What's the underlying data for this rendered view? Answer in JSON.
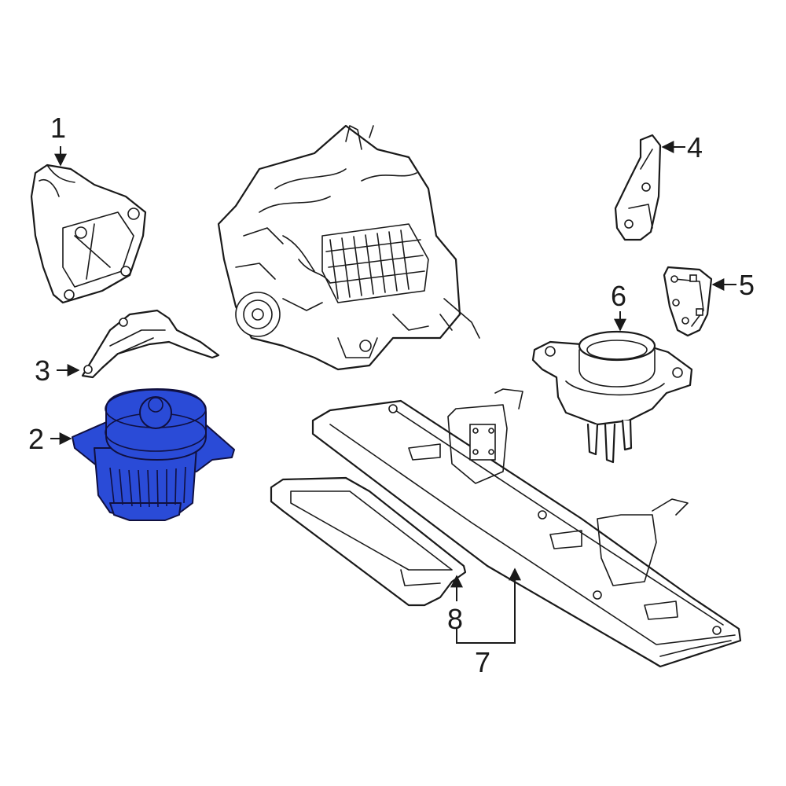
{
  "highlight_color": "#2a4bd7",
  "callouts": {
    "c1": "1",
    "c2": "2",
    "c3": "3",
    "c4": "4",
    "c5": "5",
    "c6": "6",
    "c7": "7",
    "c8": "8"
  }
}
